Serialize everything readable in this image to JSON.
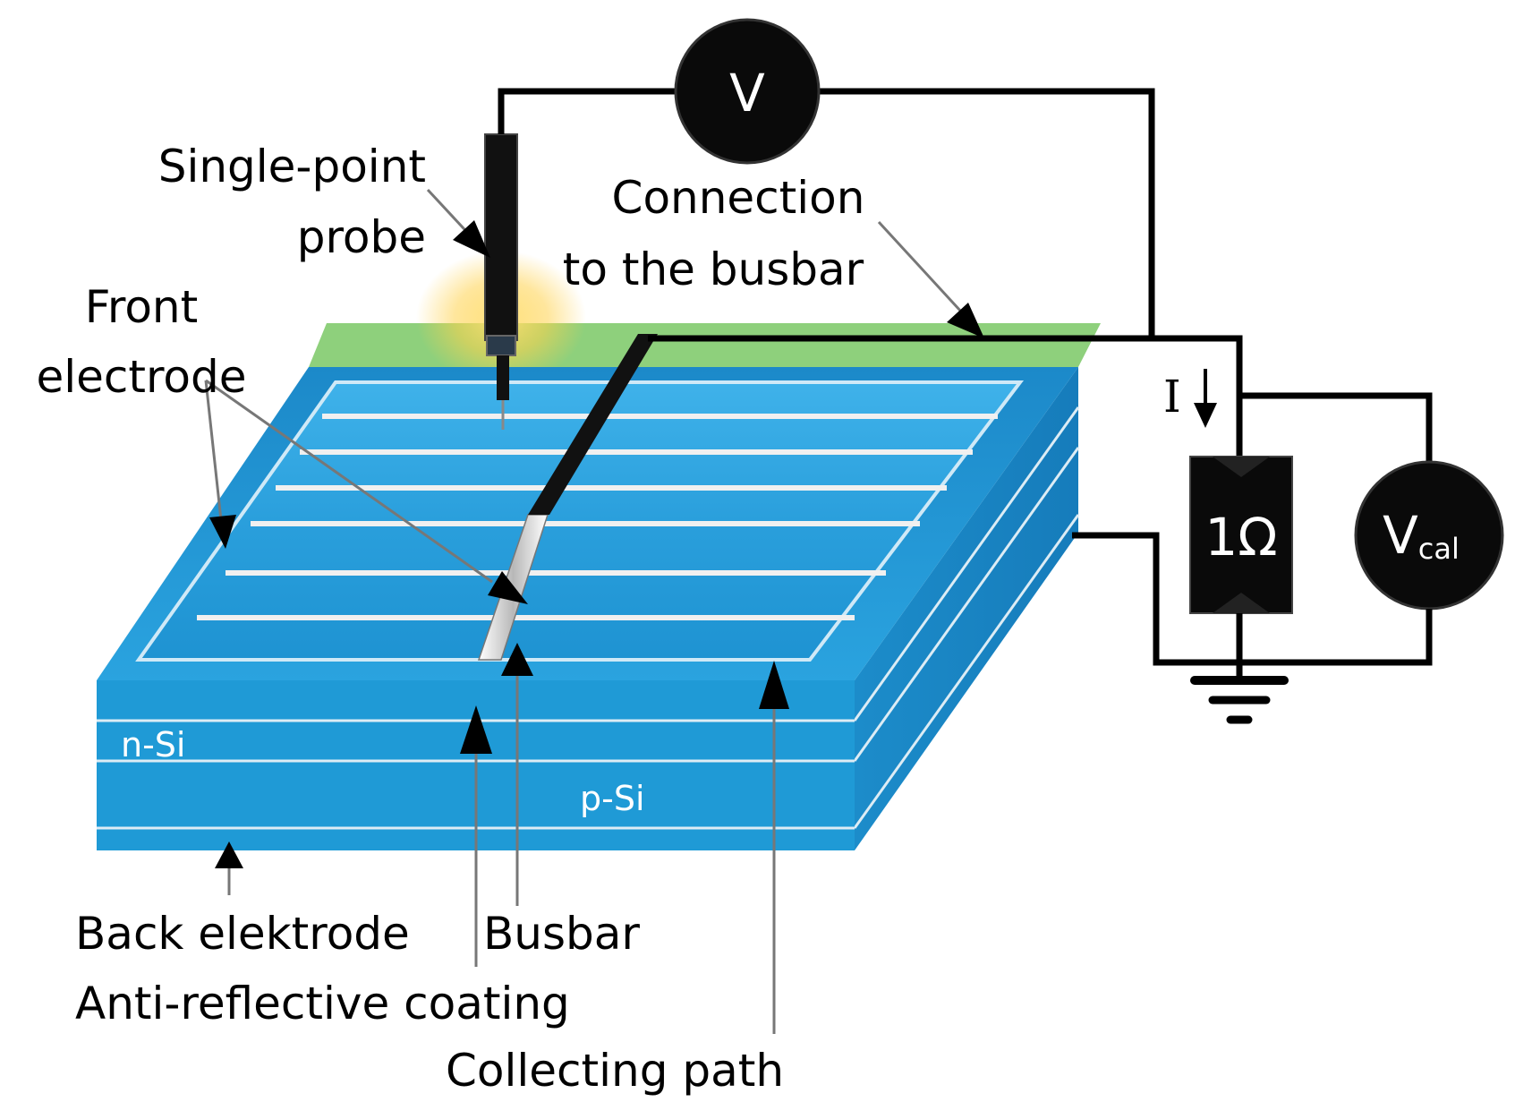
{
  "labels": {
    "probe_line1": "Single-point",
    "probe_line2": "probe",
    "front_line1": "Front",
    "front_line2": "electrode",
    "connection_line1": "Connection",
    "connection_line2": "to the busbar",
    "back_electrode": "Back elektrode",
    "busbar": "Busbar",
    "anti_reflective": "Anti-reflective coating",
    "collecting_path": "Collecting path",
    "n_si": "n-Si",
    "p_si": "p-Si",
    "voltmeter": "V",
    "vcal_main": "V",
    "vcal_sub": "cal",
    "resistor": "1Ω",
    "current": "I"
  },
  "colors": {
    "cell_blue": "#1f9ad6",
    "cell_blue_dark": "#1577b3",
    "cell_blue_light": "#63c4f0",
    "busbar_green": "#8ed07c",
    "finger_white": "#f2f2f2",
    "wire_black": "#000000"
  }
}
